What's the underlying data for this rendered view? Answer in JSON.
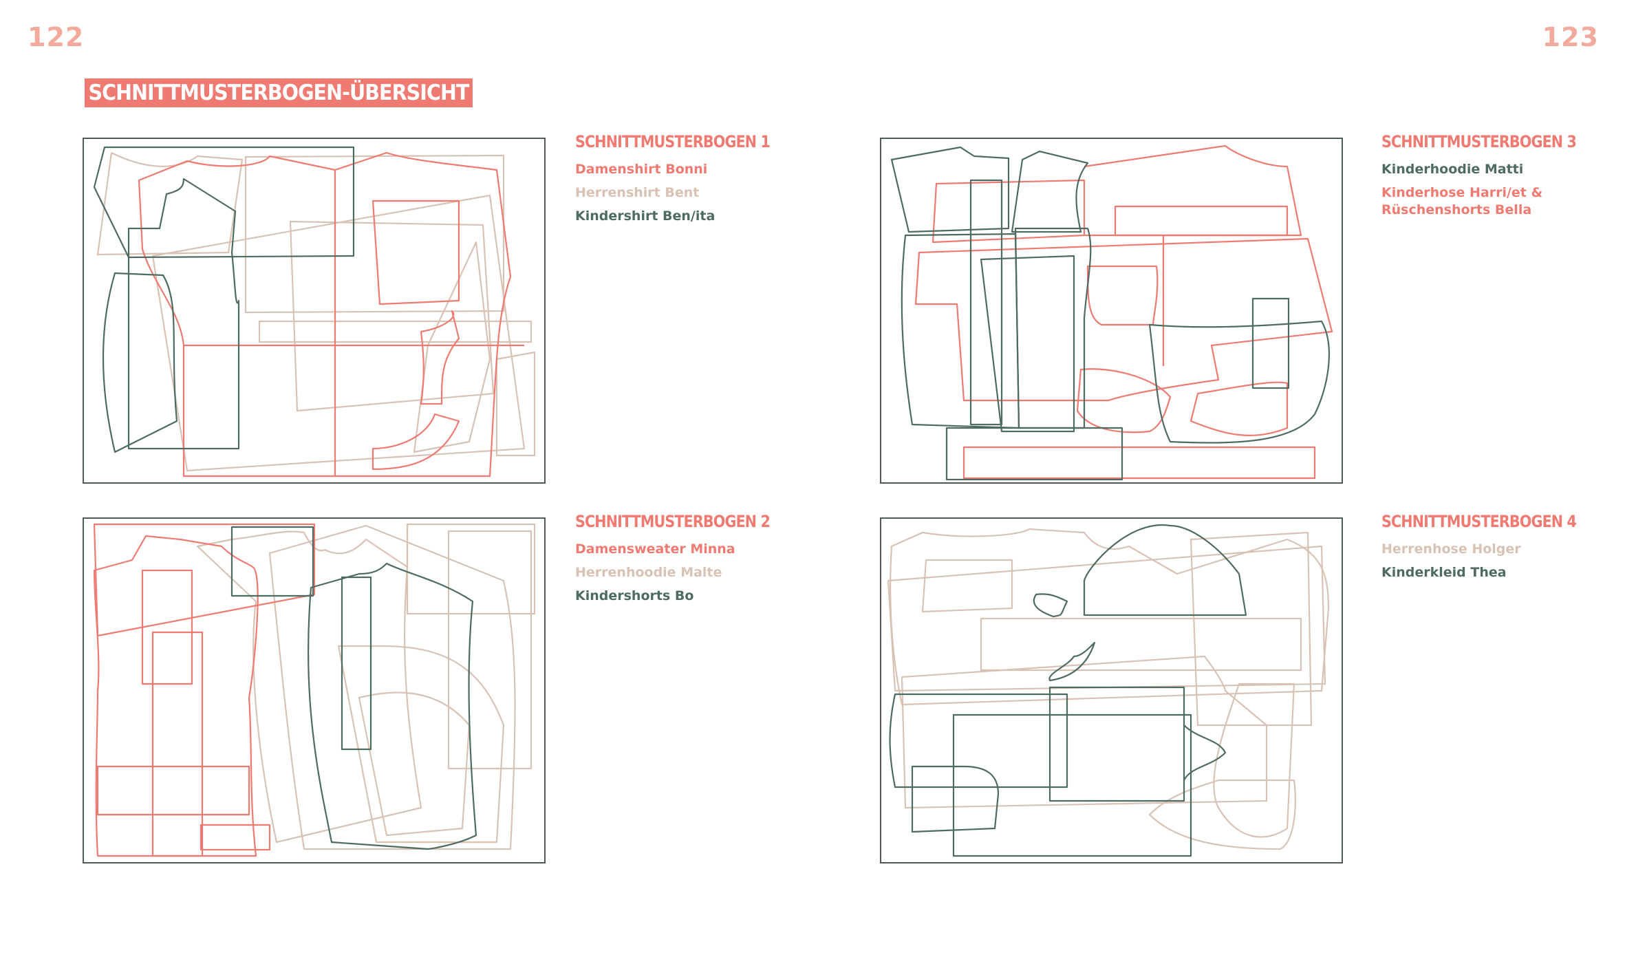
{
  "page_left": "122",
  "page_right": "123",
  "heading": "Schnittmusterbogen-Übersicht",
  "colors": {
    "coral": "#ee7a72",
    "beige": "#d8c2b4",
    "green": "#4e6b61",
    "page_number": "#f2aa9c"
  },
  "sheets": [
    {
      "title": "Schnittmusterbogen 1",
      "items": [
        {
          "label": "Damenshirt Bonni",
          "color": "coral"
        },
        {
          "label": "Herrenshirt Bent",
          "color": "beige"
        },
        {
          "label": "Kindershirt Ben/ita",
          "color": "green"
        }
      ]
    },
    {
      "title": "Schnittmusterbogen 2",
      "items": [
        {
          "label": "Damensweater Minna",
          "color": "coral"
        },
        {
          "label": "Herrenhoodie Malte",
          "color": "beige"
        },
        {
          "label": "Kindershorts Bo",
          "color": "green"
        }
      ]
    },
    {
      "title": "Schnittmusterbogen 3",
      "items": [
        {
          "label": "Kinderhoodie Matti",
          "color": "green"
        },
        {
          "label": "Kinderhose Harri/et & Rüschenshorts Bella",
          "color": "coral"
        }
      ]
    },
    {
      "title": "Schnittmusterbogen 4",
      "items": [
        {
          "label": "Herrenhose Holger",
          "color": "beige"
        },
        {
          "label": "Kinderkleid Thea",
          "color": "green"
        }
      ]
    }
  ]
}
